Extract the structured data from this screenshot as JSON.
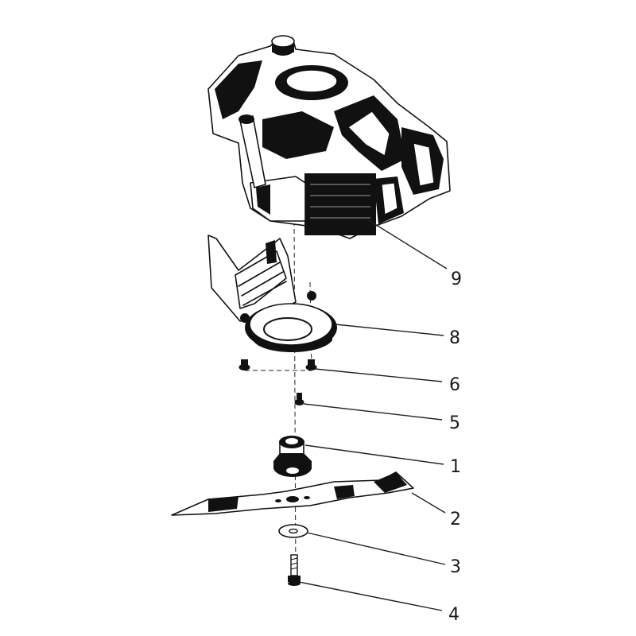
{
  "diagram": {
    "colors": {
      "ink": "#111111",
      "background": "#ffffff"
    },
    "callouts": [
      {
        "id": "engine",
        "label": "9"
      },
      {
        "id": "blade-housing",
        "label": "8"
      },
      {
        "id": "housing-bolts",
        "label": "6"
      },
      {
        "id": "adapter-bolt",
        "label": "5"
      },
      {
        "id": "blade-adapter",
        "label": "1"
      },
      {
        "id": "blade",
        "label": "2"
      },
      {
        "id": "washer",
        "label": "3"
      },
      {
        "id": "blade-bolt",
        "label": "4"
      }
    ]
  }
}
